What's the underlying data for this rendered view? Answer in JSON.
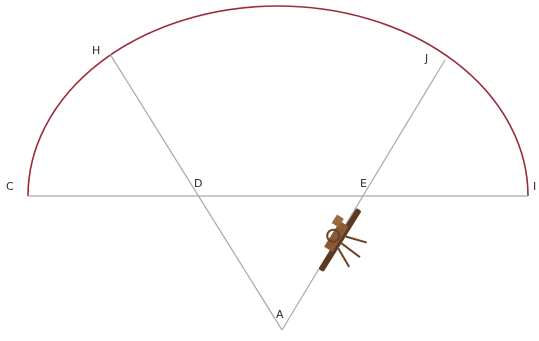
{
  "diagram": {
    "points": {
      "A": "A",
      "C": "C",
      "D": "D",
      "E": "E",
      "H": "H",
      "I": "I",
      "J": "J"
    },
    "colors": {
      "background": "#ffffff",
      "construction_lines": "#a8a8a8",
      "arc": "#9b2a3a",
      "label": "#2a2a2a",
      "instrument": "#7a4a2a"
    },
    "icons": {
      "instrument": "surveying-instrument-icon"
    }
  }
}
